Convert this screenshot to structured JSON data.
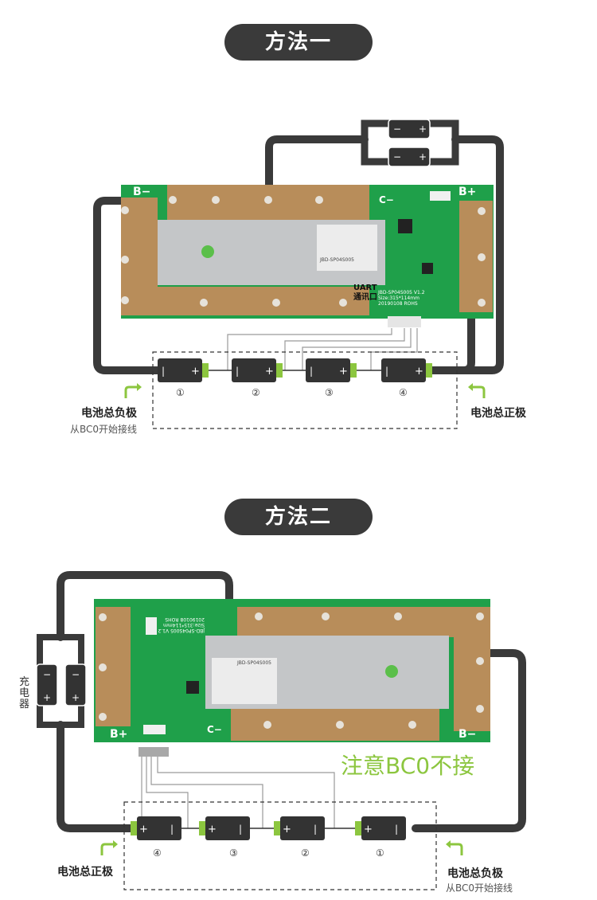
{
  "method1": {
    "title": "方法一",
    "b_minus": "B−",
    "b_plus": "B+",
    "c_minus": "C−",
    "uart_label": "UART",
    "uart_port": "通讯口",
    "silk_model": "JBD-SP04S005  V1.2",
    "silk_size": "Size:315*114mm",
    "silk_date": "20190108  ROHS",
    "sticker_text": "JBD-SP04S005",
    "numbers": [
      "①",
      "②",
      "③",
      "④"
    ],
    "neg_label": "电池总负极",
    "neg_sub": "从BC0开始接线",
    "pos_label": "电池总正极"
  },
  "method2": {
    "title": "方法二",
    "b_minus": "B−",
    "b_plus": "B+",
    "c_minus": "C−",
    "silk_model": "JBD-SP04S005  V1.2",
    "silk_size": "Size:315*114mm",
    "silk_date": "20190108  ROHS",
    "sticker_text": "JBD-SP04S005",
    "charger_label": "充电器",
    "note": "注意BC0不接",
    "numbers": [
      "④",
      "③",
      "②",
      "①"
    ],
    "pos_label": "电池总正极",
    "neg_label": "电池总负极",
    "neg_sub": "从BC0开始接线"
  },
  "colors": {
    "pcb_green": "#1fa04a",
    "copper": "#b88d5a",
    "cable": "#3a3a3a",
    "accent_green": "#8cc63f",
    "cell_body": "#333333"
  }
}
